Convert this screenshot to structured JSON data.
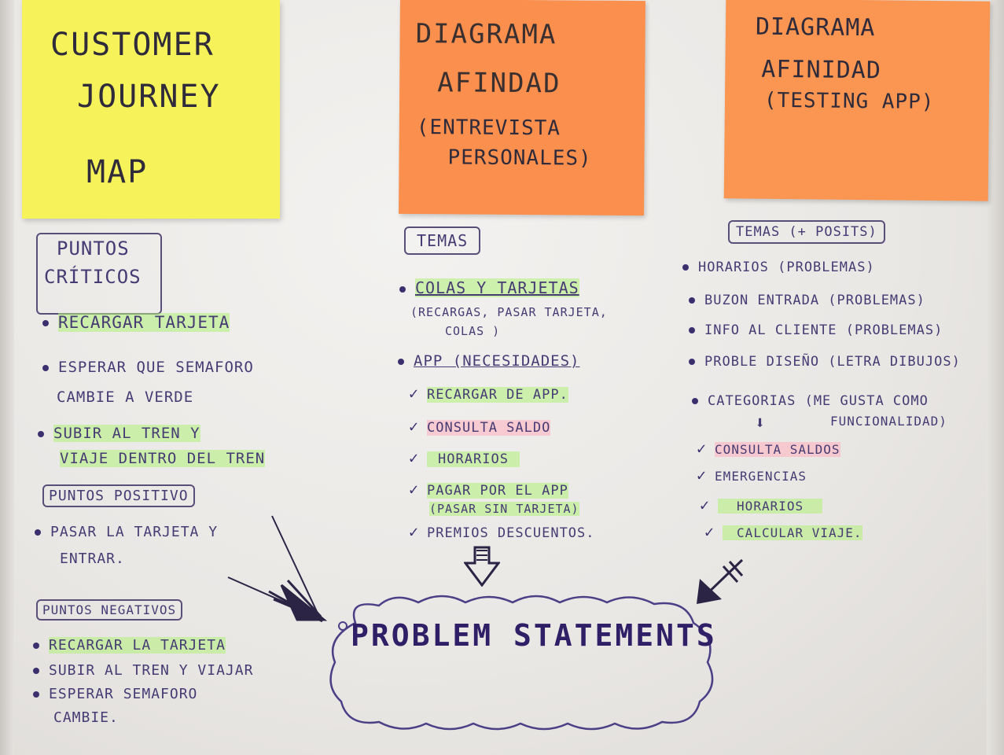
{
  "notes": {
    "yellow": [
      "CUSTOMER",
      "JOURNEY",
      "MAP"
    ],
    "orange1": [
      "DIAGRAMA",
      "AFINDAD",
      "(ENTREVISTA",
      "PERSONALES)"
    ],
    "orange2": [
      "DIAGRAMA",
      "AFINIDAD",
      "(TESTING APP)"
    ]
  },
  "col1": {
    "puntos_criticos": [
      "PUNTOS",
      "CRÍTICOS"
    ],
    "criticos": [
      "RECARGAR TARJETA",
      "ESPERAR QUE SEMAFORO",
      "CAMBIE A VERDE",
      "SUBIR AL TREN Y",
      "VIAJE DENTRO DEL TREN"
    ],
    "positivo_title": "PUNTOS POSITIVO",
    "positivo": [
      "PASAR LA TARJETA Y",
      "ENTRAR."
    ],
    "negativo_title": "PUNTOS NEGATIVOS",
    "negativo": [
      "RECARGAR LA TARJETA",
      "SUBIR AL TREN Y VIAJAR",
      "ESPERAR SEMAFORO",
      "CAMBIE."
    ]
  },
  "col2": {
    "temas_title": "TEMAS",
    "colas": "COLAS Y TARJETAS",
    "colas_sub1": "(RECARGAS, PASAR TARJETA,",
    "colas_sub2": "COLAS )",
    "app": "APP (NECESIDADES)",
    "items": [
      "RECARGAR DE APP.",
      "CONSULTA SALDO",
      "HORARIOS",
      "PAGAR POR EL APP",
      "PREMIOS DESCUENTOS."
    ],
    "pagar_sub": "(PASAR SIN TARJETA)"
  },
  "col3": {
    "temas_title": "TEMAS (+ POSITS)",
    "bullets": [
      "HORARIOS (PROBLEMAS)",
      "BUZON ENTRADA (PROBLEMAS)",
      "INFO AL CLIENTE (PROBLEMAS)",
      "PROBLE DISEÑO (LETRA DIBUJOS)",
      "CATEGORIAS (ME GUSTA COMO"
    ],
    "categorias_sub": "FUNCIONALIDAD)",
    "checks": [
      "CONSULTA SALDOS",
      "EMERGENCIAS",
      "HORARIOS",
      "CALCULAR VIAJE."
    ]
  },
  "cloud": {
    "title": "PROBLEM STATEMENTS"
  }
}
